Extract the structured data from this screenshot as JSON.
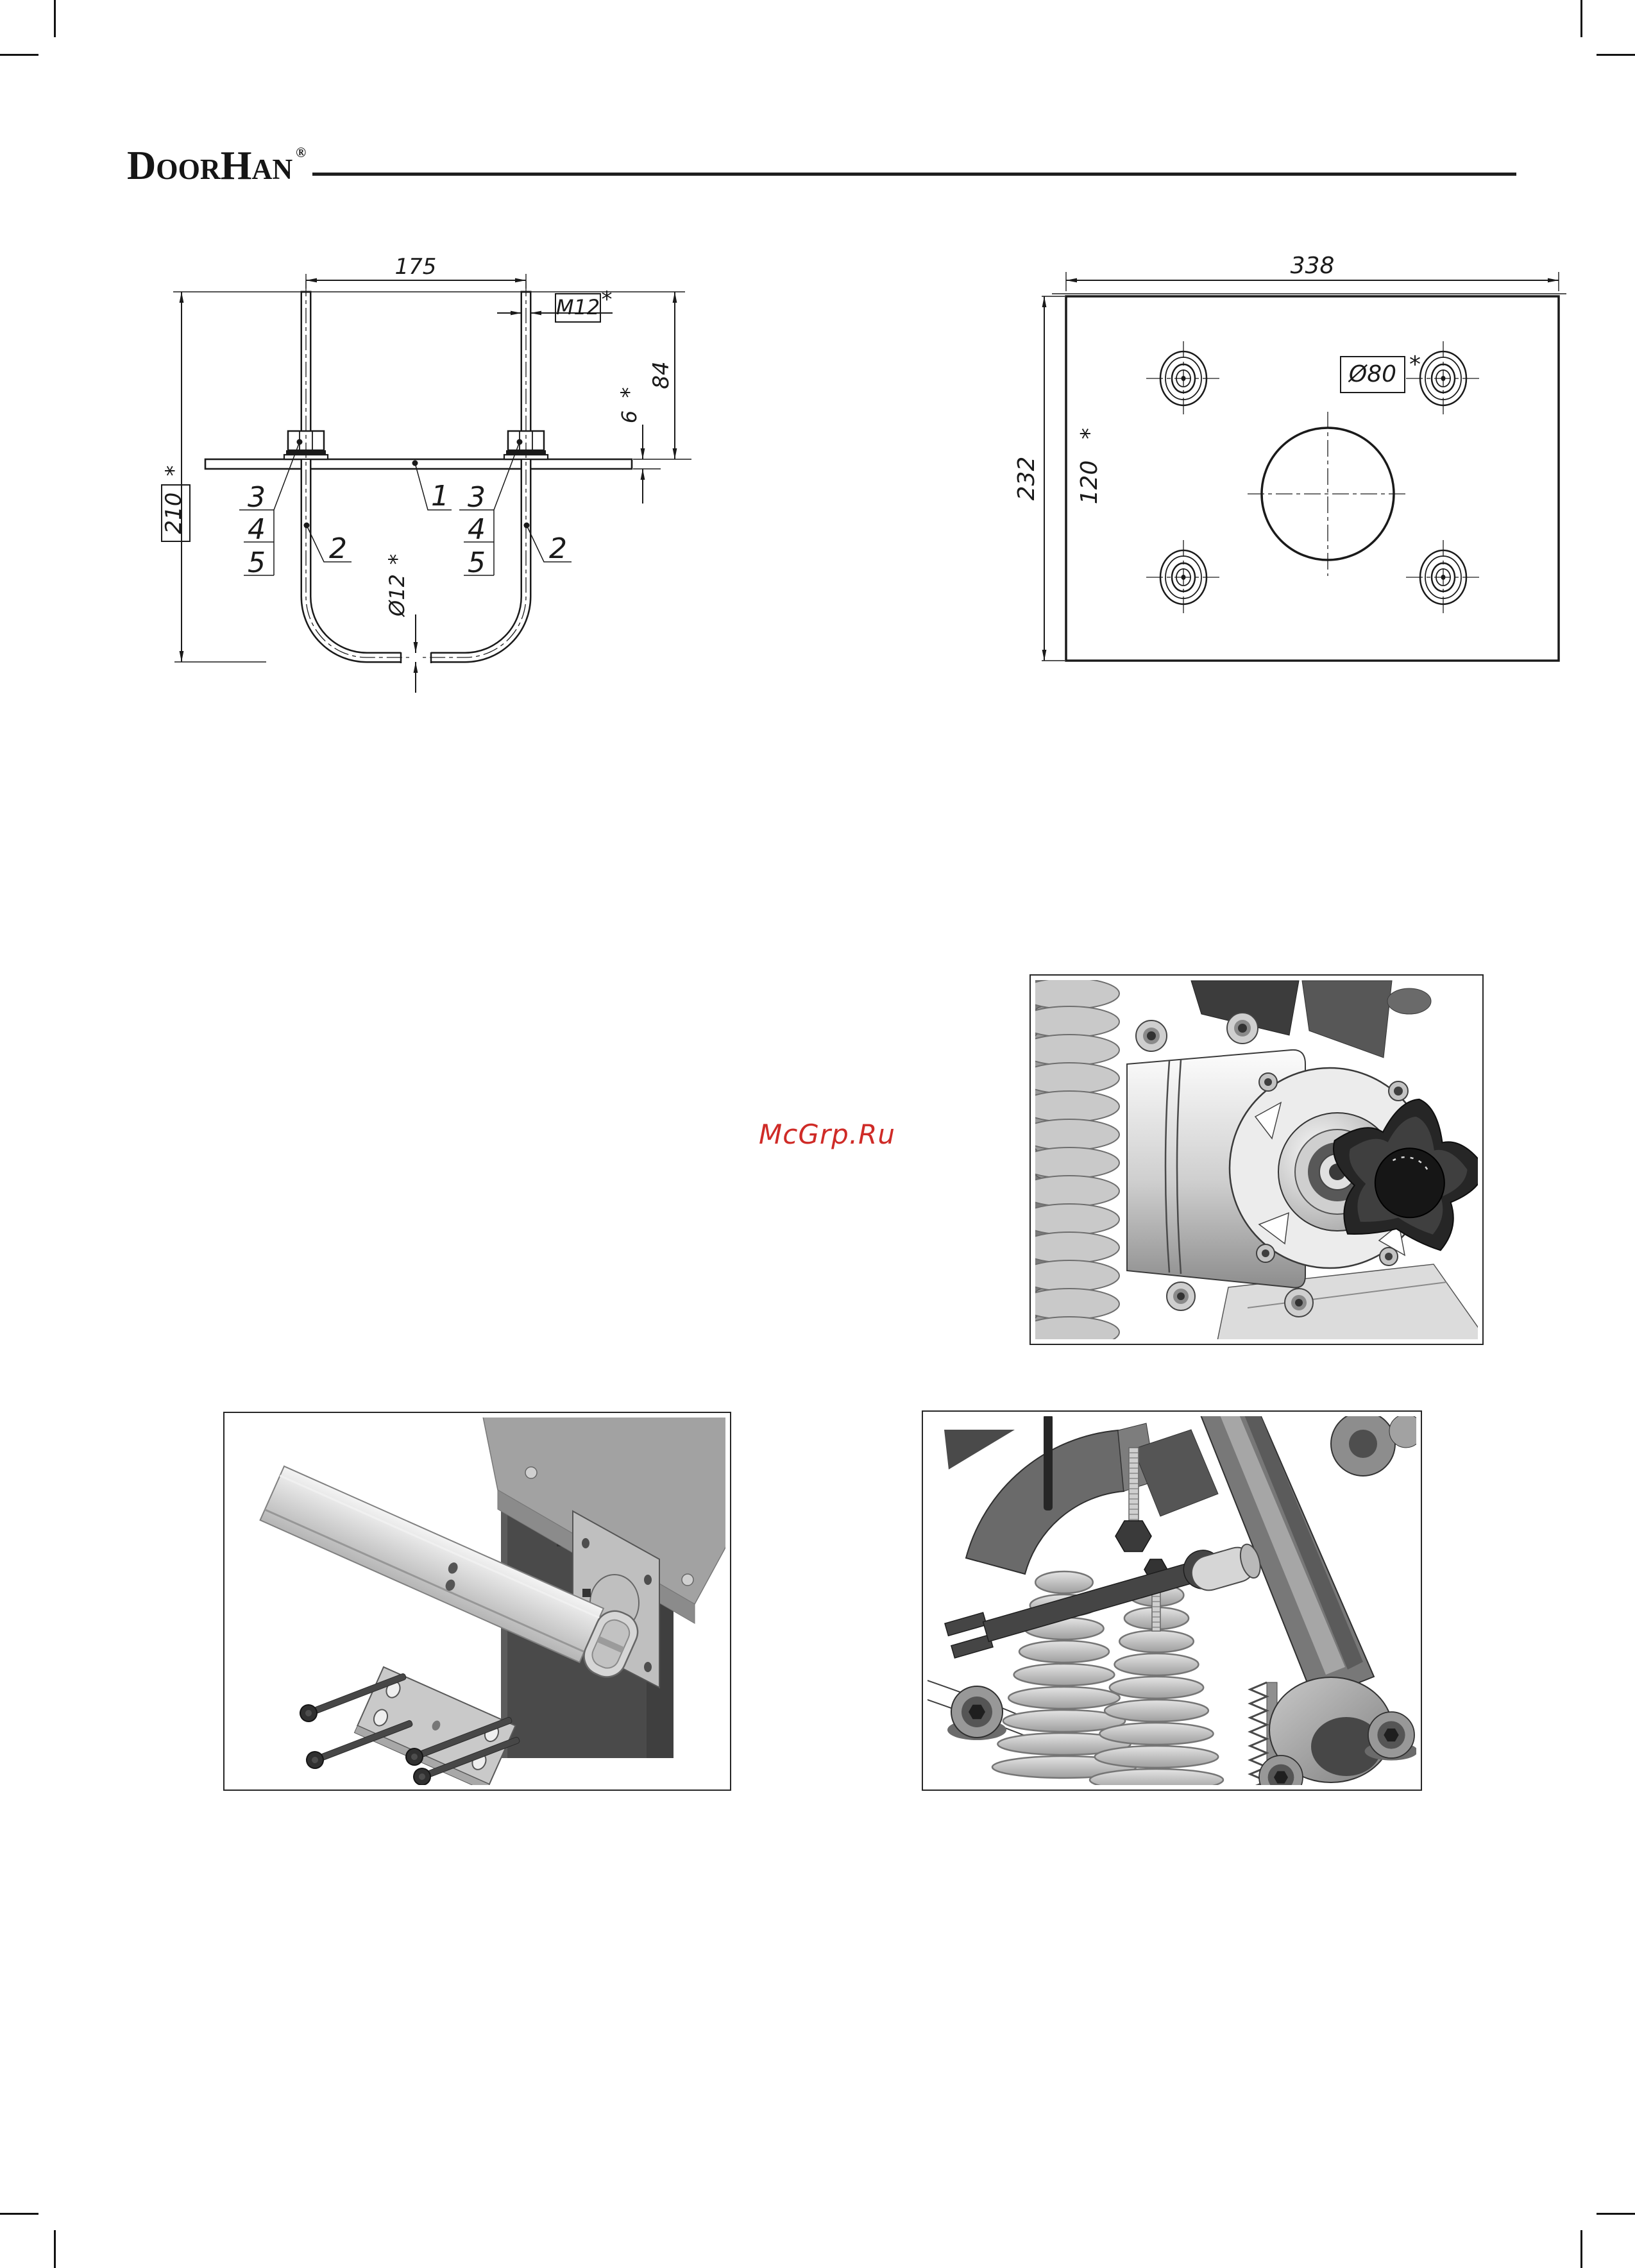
{
  "page": {
    "ink_color": "#1a1a1a",
    "background": "#ffffff"
  },
  "header": {
    "logo_text": "DoorHan",
    "registered_mark": "®"
  },
  "watermark": {
    "text": "McGrp.Ru",
    "color": "#cf2b27"
  },
  "anchor_diagram": {
    "dim_between_bolts": "175",
    "thread_label": "M12",
    "dim_protrusion": "84",
    "dim_plate_thickness": "6",
    "dim_height": "210",
    "dim_rod_diameter": "Ø12",
    "star": "*",
    "callout_plate": "1",
    "callout_bolt": "2",
    "callout_nut": "3",
    "callout_washer_a": "4",
    "callout_washer_b": "5"
  },
  "plate_diagram": {
    "dim_width": "338",
    "dim_height": "232",
    "dim_hole_spacing": "120",
    "dim_center_hole": "Ø80",
    "star": "*"
  }
}
